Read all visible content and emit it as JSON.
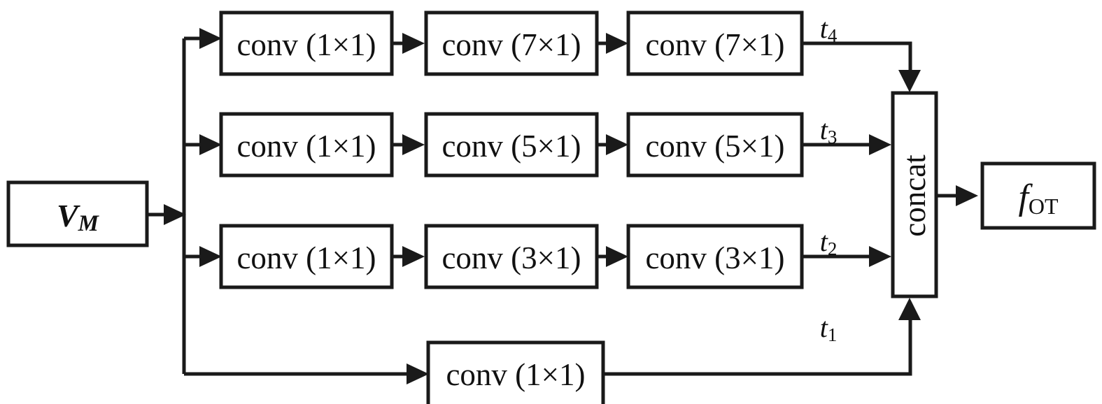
{
  "diagram": {
    "title": "Multi-branch dilated/stacked 1D convolution module with concatenation",
    "colors": {
      "stroke": "#1a1a1a",
      "background": "#ffffff",
      "text": "#111111"
    },
    "input": {
      "name": "input-node",
      "symbol": "V",
      "subscript": "M"
    },
    "output": {
      "name": "output-node",
      "symbol": "f",
      "subscript": "OT"
    },
    "merge": {
      "name": "concat-node",
      "label": "concat"
    },
    "branches": [
      {
        "id": "branch-4",
        "tap_symbol": "t",
        "tap_subscript": "4",
        "blocks": [
          "conv (1×1)",
          "conv (7×1)",
          "conv (7×1)"
        ]
      },
      {
        "id": "branch-3",
        "tap_symbol": "t",
        "tap_subscript": "3",
        "blocks": [
          "conv (1×1)",
          "conv (5×1)",
          "conv (5×1)"
        ]
      },
      {
        "id": "branch-2",
        "tap_symbol": "t",
        "tap_subscript": "2",
        "blocks": [
          "conv (1×1)",
          "conv (3×1)",
          "conv (3×1)"
        ]
      },
      {
        "id": "branch-1",
        "tap_symbol": "t",
        "tap_subscript": "1",
        "blocks": [
          "conv (1×1)"
        ]
      }
    ]
  }
}
